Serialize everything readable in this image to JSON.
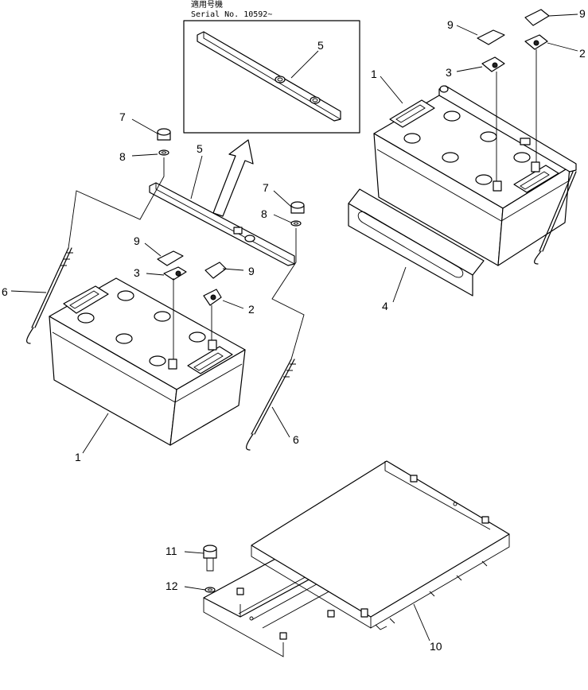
{
  "header": {
    "kanji_label": "適用号機",
    "serial_label": "Serial No. 10592~"
  },
  "callouts": {
    "left_assembly": [
      "7",
      "8",
      "5",
      "7",
      "8",
      "9",
      "3",
      "9",
      "2",
      "6",
      "6",
      "1"
    ],
    "right_assembly": [
      "9",
      "9",
      "2",
      "3",
      "1",
      "4"
    ],
    "inset": [
      "5"
    ],
    "tray": [
      "11",
      "12",
      "10"
    ]
  }
}
